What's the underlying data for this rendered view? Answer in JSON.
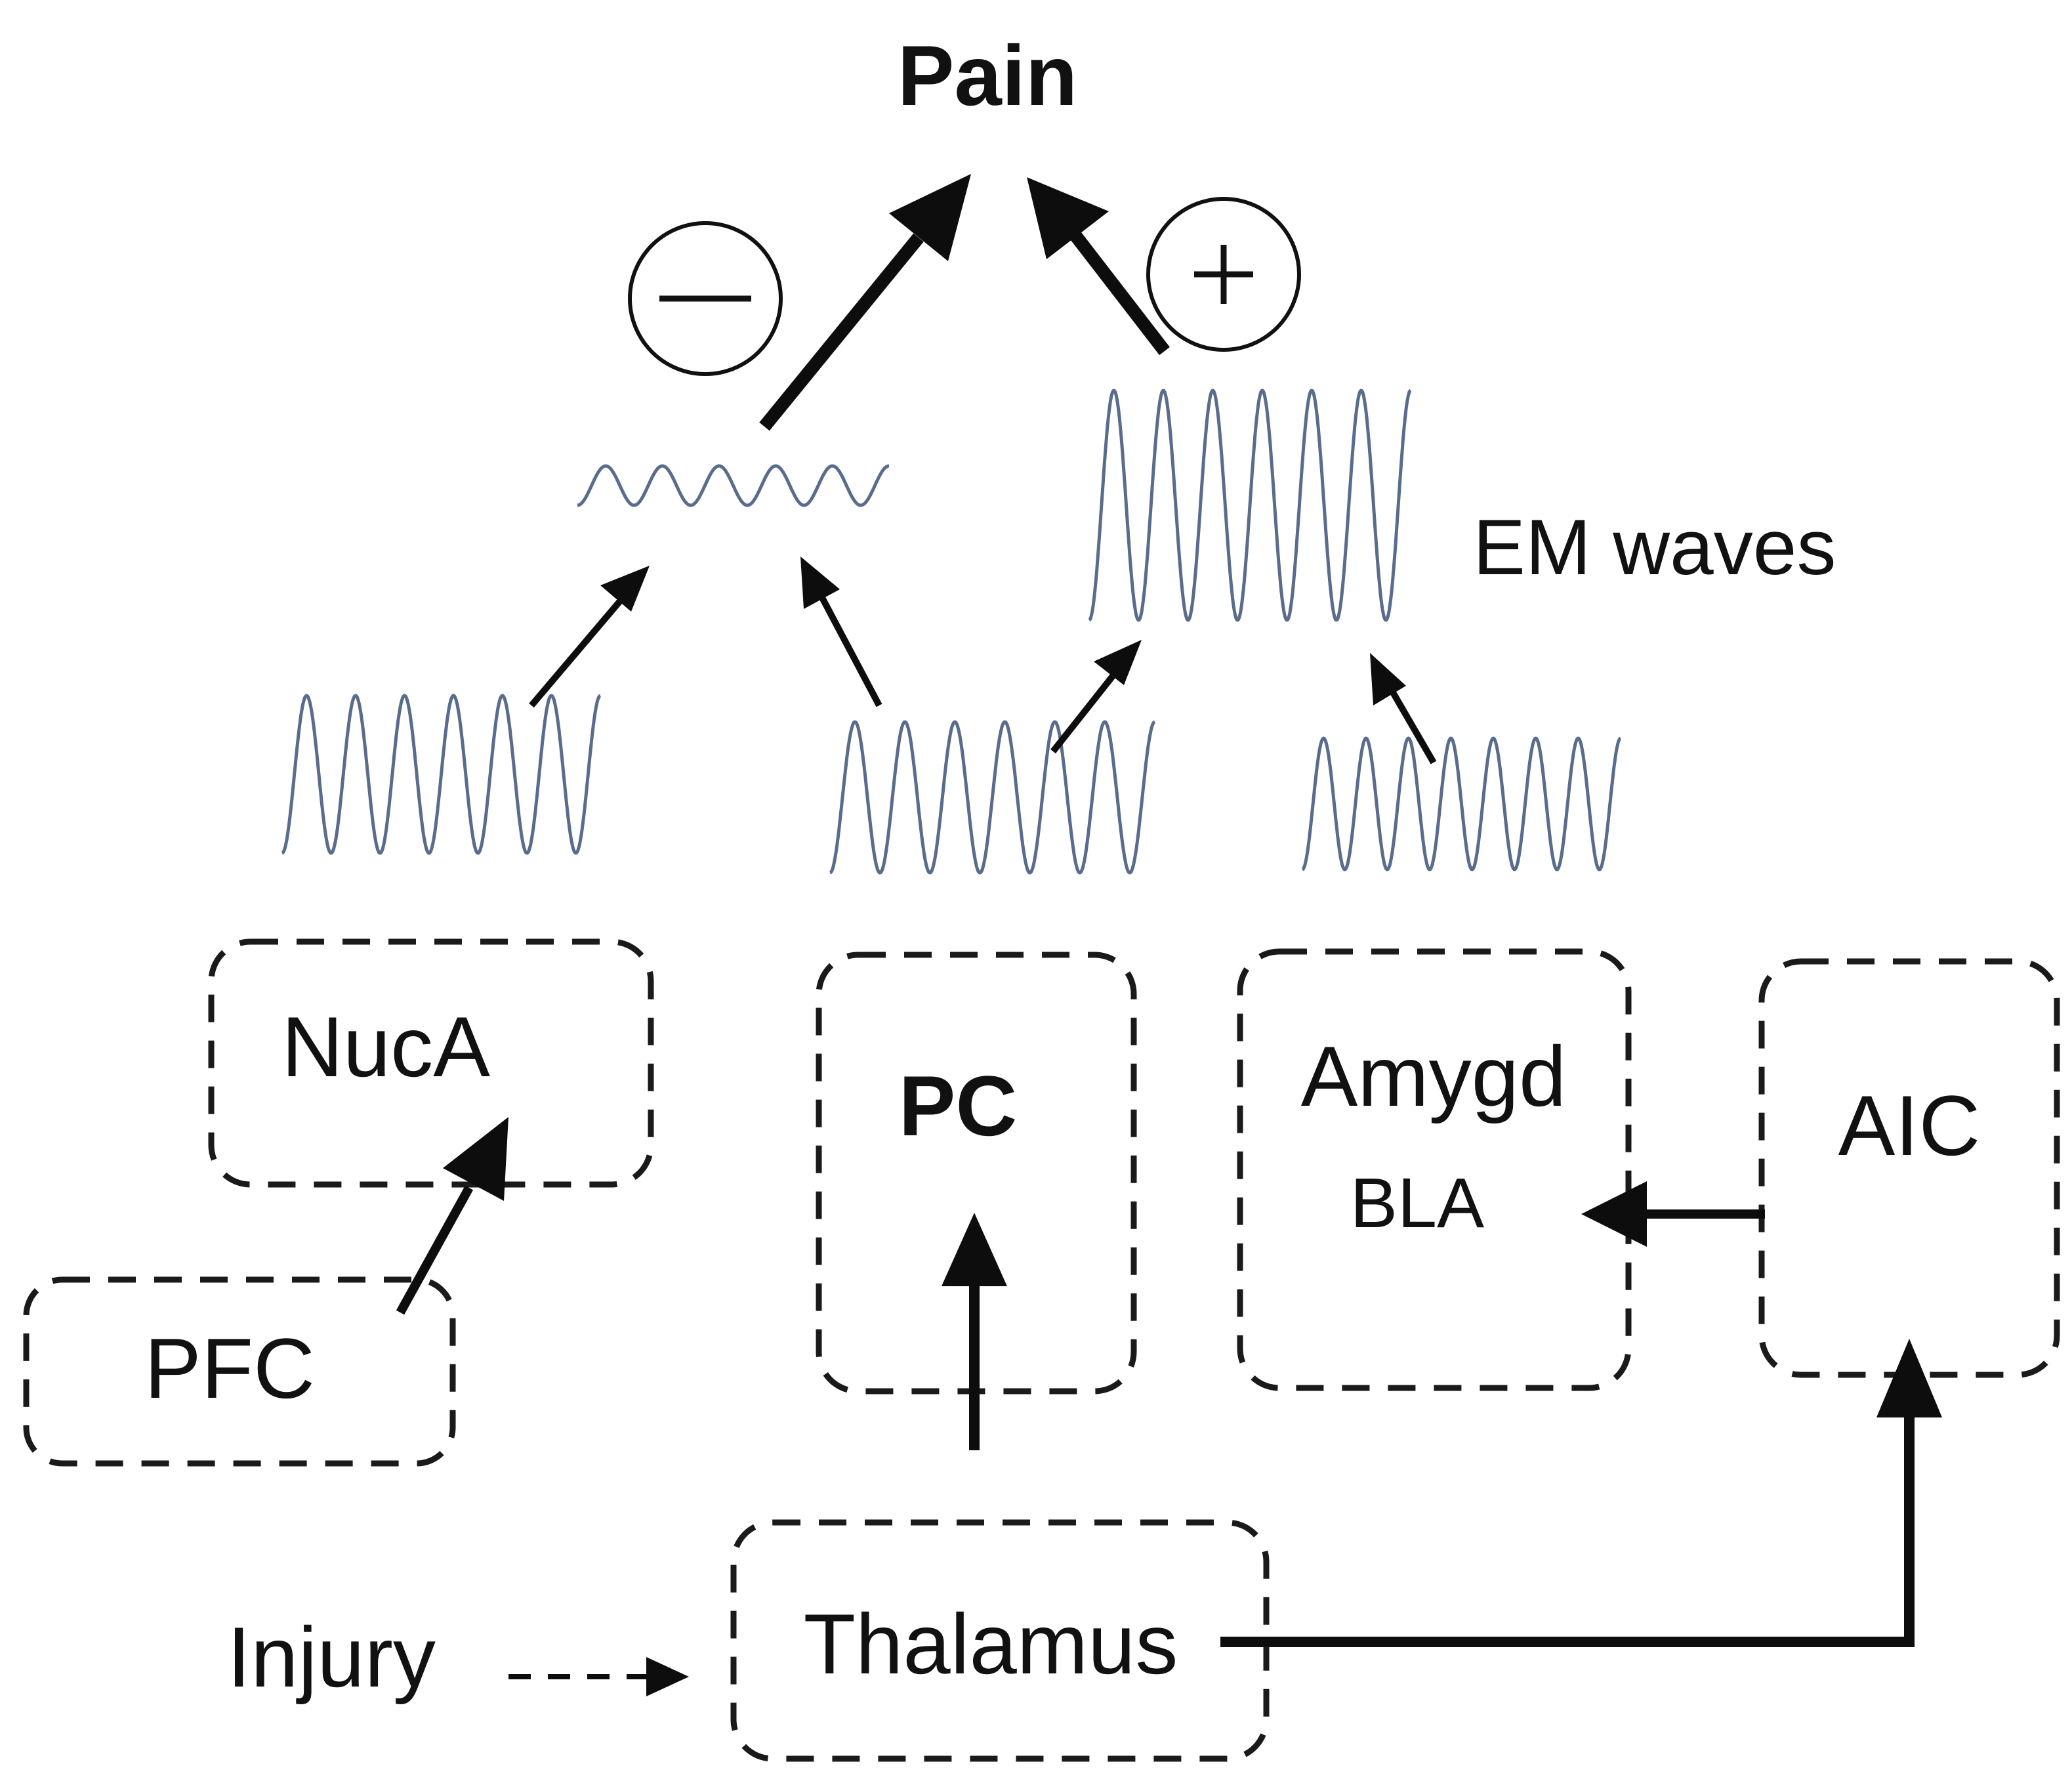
{
  "diagram": {
    "nodes": {
      "pain": "Pain",
      "em_waves": "EM waves",
      "nuca": "NucA",
      "pc": "PC",
      "amygd": "Amygd",
      "bla": "BLA",
      "aic": "AIC",
      "pfc": "PFC",
      "thalamus": "Thalamus",
      "injury": "Injury"
    },
    "signs": {
      "negative": "minus",
      "positive": "plus"
    },
    "colors": {
      "wave": "#5a6c8c",
      "ink": "#111111"
    }
  }
}
